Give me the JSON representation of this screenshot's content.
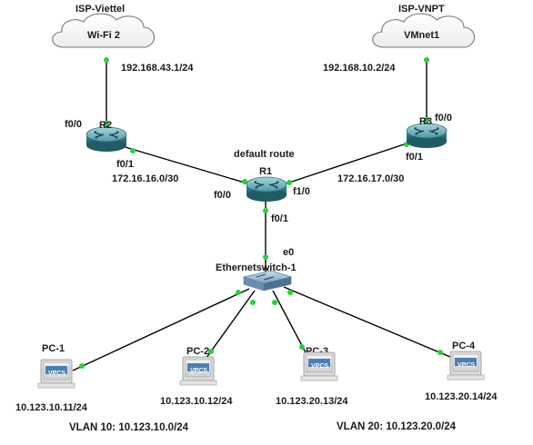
{
  "clouds": {
    "isp_viettel": {
      "title": "ISP-Viettel",
      "name": "Wi-Fi 2"
    },
    "isp_vnpt": {
      "title": "ISP-VNPT",
      "name": "VMnet1"
    }
  },
  "routers": {
    "r1": {
      "name": "R1",
      "caption": "default route"
    },
    "r2": {
      "name": "R2"
    },
    "r3": {
      "name": "R3"
    }
  },
  "switch": {
    "name": "Ethernetswitch-1",
    "uplink_port": "e0"
  },
  "interfaces": {
    "r2_f00": "f0/0",
    "r2_f01": "f0/1",
    "r3_f00": "f0/0",
    "r3_f01": "f0/1",
    "r1_f00": "f0/0",
    "r1_f10": "f1/0",
    "r1_f01": "f0/1"
  },
  "networks": {
    "viettel_ip": "192.168.43.1/24",
    "vnpt_ip": "192.168.10.2/24",
    "r1_r2_net": "172.16.16.0/30",
    "r1_r3_net": "172.16.17.0/30"
  },
  "pcs": [
    {
      "name": "PC-1",
      "badge": "VPCS",
      "ip": "10.123.10.11/24"
    },
    {
      "name": "PC-2",
      "badge": "VPCS",
      "ip": "10.123.10.12/24"
    },
    {
      "name": "PC-3",
      "badge": "VPCS",
      "ip": "10.123.20.13/24"
    },
    {
      "name": "PC-4",
      "badge": "VPCS",
      "ip": "10.123.20.14/24"
    }
  ],
  "vlans": {
    "vlan10": "VLAN 10: 10.123.10.0/24",
    "vlan20": "VLAN 20: 10.123.20.0/24"
  },
  "colors": {
    "link_dot": "#27d13a",
    "router_body": "#3c8b97",
    "vpcs_badge": "#4a7fb3",
    "cloud_stroke": "#7a7a7a"
  }
}
